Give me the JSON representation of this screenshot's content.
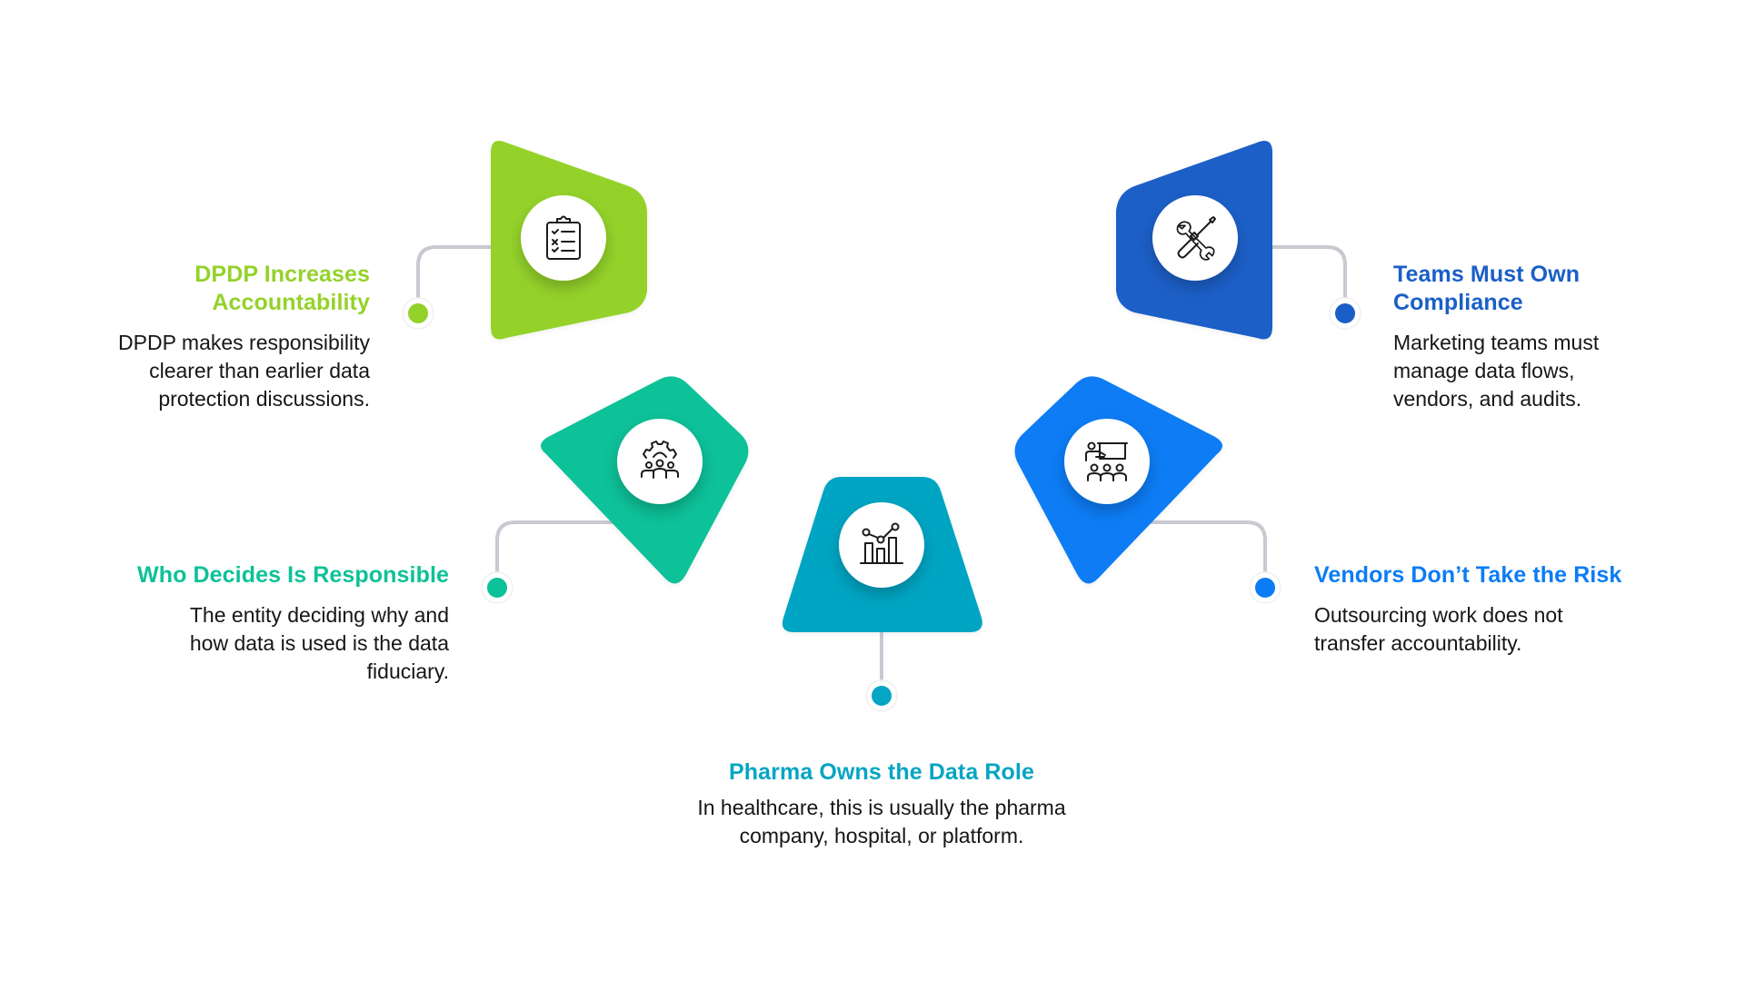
{
  "colors": {
    "connector": "#C9CAD1",
    "icon_stroke": "#1b1b1b",
    "circle_bg": "#ffffff"
  },
  "items": [
    {
      "key": "accountability",
      "title": "DPDP Increases Accountability",
      "title_lines": [
        "DPDP Increases",
        "Accountability"
      ],
      "desc_lines": [
        "DPDP makes responsibility",
        "clearer than earlier data",
        "protection discussions."
      ],
      "color": "#94D22A",
      "icon": "clipboard-checklist-icon"
    },
    {
      "key": "who-decides",
      "title": "Who Decides Is Responsible",
      "title_lines": [
        "Who Decides Is Responsible"
      ],
      "desc_lines": [
        "The entity deciding why and",
        "how data is used is the data",
        "fiduciary."
      ],
      "color": "#0DC198",
      "icon": "team-gear-icon"
    },
    {
      "key": "pharma",
      "title": "Pharma Owns the Data Role",
      "title_lines": [
        "Pharma Owns the Data Role"
      ],
      "desc_lines": [
        "In healthcare, this is usually the pharma",
        "company, hospital, or platform."
      ],
      "color": "#05A5C3",
      "icon": "analytics-chart-icon"
    },
    {
      "key": "vendors",
      "title": "Vendors Don’t Take the Risk",
      "title_lines": [
        "Vendors Don’t Take the Risk"
      ],
      "desc_lines": [
        "Outsourcing work does not",
        "transfer accountability."
      ],
      "color": "#0C7CF5",
      "icon": "presentation-training-icon"
    },
    {
      "key": "teams",
      "title": "Teams Must Own Compliance",
      "title_lines": [
        "Teams Must Own",
        "Compliance"
      ],
      "desc_lines": [
        "Marketing teams must",
        "manage data flows,",
        "vendors, and audits."
      ],
      "color": "#1A5FC7",
      "icon": "tools-wrench-screwdriver-icon"
    }
  ]
}
